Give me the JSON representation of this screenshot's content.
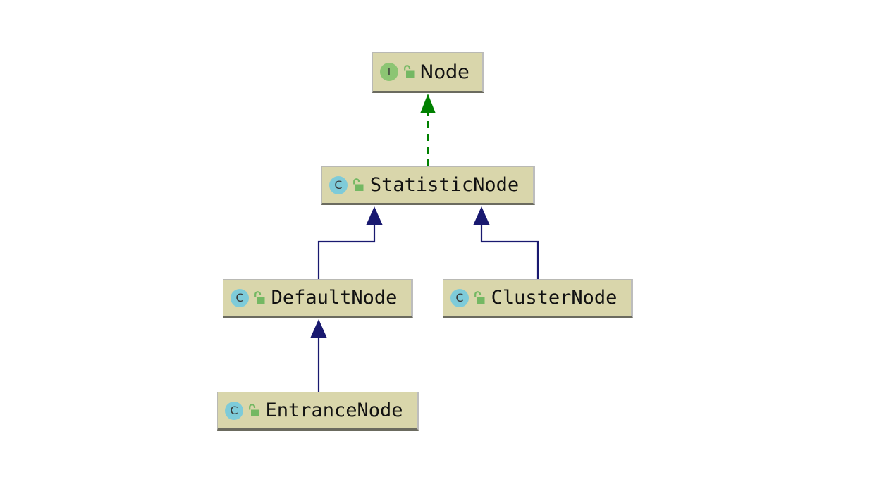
{
  "diagram": {
    "type": "uml-class-hierarchy",
    "background_color": "#ffffff",
    "node_fill_color": "#d9d6ab",
    "node_border_color": "#b9b9b4",
    "inheritance_color": "#191970",
    "realization_color": "#008000",
    "interface_icon_color": "#8cc573",
    "class_icon_color": "#7ecbd9",
    "lock_icon_color": "#74b863",
    "nodes": [
      {
        "id": "node",
        "label": "Node",
        "kind": "interface",
        "kind_glyph": "I",
        "visibility": "public",
        "lock_icon": "open-padlock-icon"
      },
      {
        "id": "statistic",
        "label": "StatisticNode",
        "kind": "class",
        "kind_glyph": "C",
        "visibility": "public",
        "lock_icon": "open-padlock-icon"
      },
      {
        "id": "default",
        "label": "DefaultNode",
        "kind": "class",
        "kind_glyph": "C",
        "visibility": "public",
        "lock_icon": "open-padlock-icon"
      },
      {
        "id": "cluster",
        "label": "ClusterNode",
        "kind": "class",
        "kind_glyph": "C",
        "visibility": "public",
        "lock_icon": "open-padlock-icon"
      },
      {
        "id": "entrance",
        "label": "EntranceNode",
        "kind": "class",
        "kind_glyph": "C",
        "visibility": "public",
        "lock_icon": "open-padlock-icon"
      }
    ],
    "edges": [
      {
        "id": "e1",
        "from": "statistic",
        "to": "node",
        "relation": "realization",
        "style": "dashed",
        "color": "#008000"
      },
      {
        "id": "e2",
        "from": "default",
        "to": "statistic",
        "relation": "generalization",
        "style": "solid",
        "color": "#191970"
      },
      {
        "id": "e3",
        "from": "cluster",
        "to": "statistic",
        "relation": "generalization",
        "style": "solid",
        "color": "#191970"
      },
      {
        "id": "e4",
        "from": "entrance",
        "to": "default",
        "relation": "generalization",
        "style": "solid",
        "color": "#191970"
      }
    ]
  }
}
